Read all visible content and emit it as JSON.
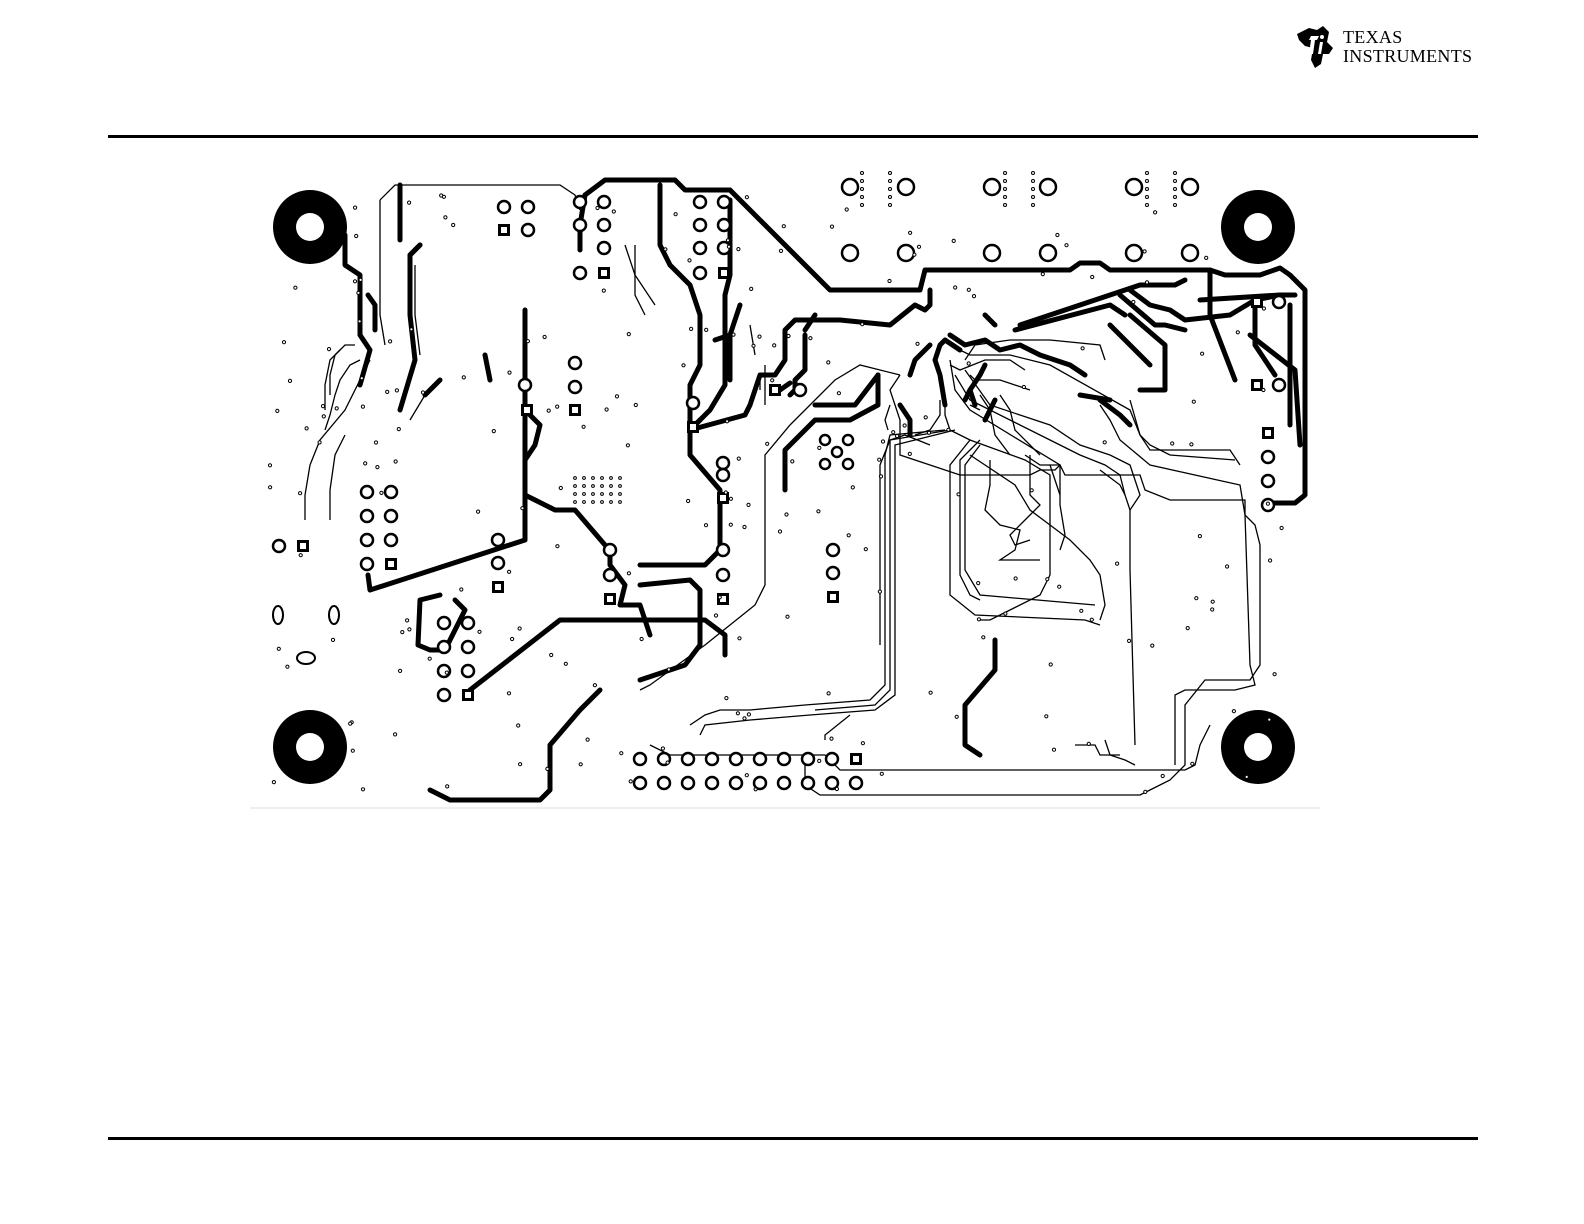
{
  "header": {
    "logo": {
      "icon": "ti-logo-icon",
      "line1": "Texas",
      "line2": "Instruments"
    }
  },
  "figure": {
    "type": "pcb-layer-artwork",
    "colors": {
      "copper": "#000000",
      "background": "#ffffff"
    }
  }
}
